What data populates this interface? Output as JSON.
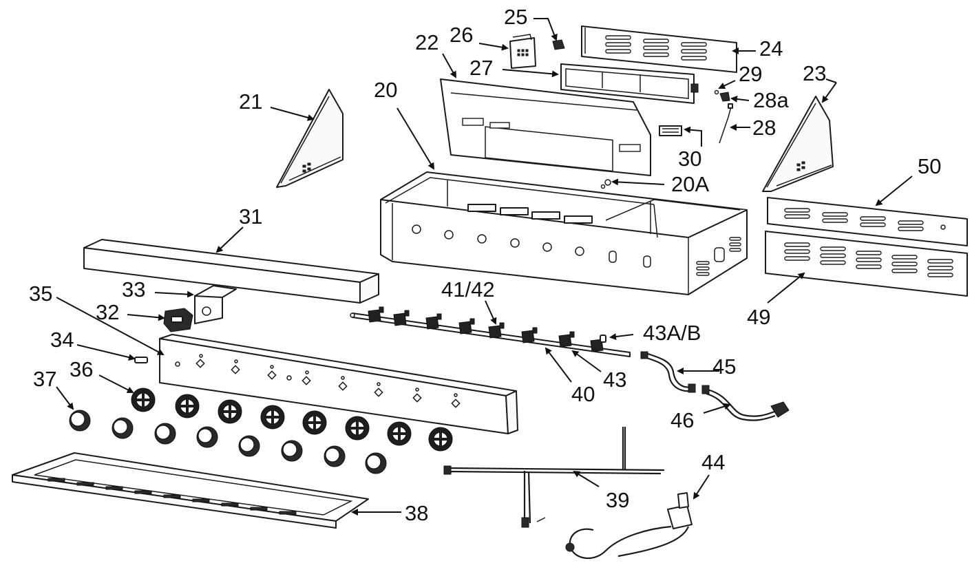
{
  "labels": {
    "p20": "20",
    "p20a": "20A",
    "p21": "21",
    "p22": "22",
    "p23": "23",
    "p24": "24",
    "p25": "25",
    "p26": "26",
    "p27": "27",
    "p28": "28",
    "p28a": "28a",
    "p29": "29",
    "p30": "30",
    "p31": "31",
    "p32": "32",
    "p33": "33",
    "p34": "34",
    "p35": "35",
    "p36": "36",
    "p37": "37",
    "p38": "38",
    "p39": "39",
    "p40": "40",
    "p41_42": "41/42",
    "p43": "43",
    "p43ab": "43A/B",
    "p44": "44",
    "p45": "45",
    "p46": "46",
    "p49": "49",
    "p50": "50"
  }
}
